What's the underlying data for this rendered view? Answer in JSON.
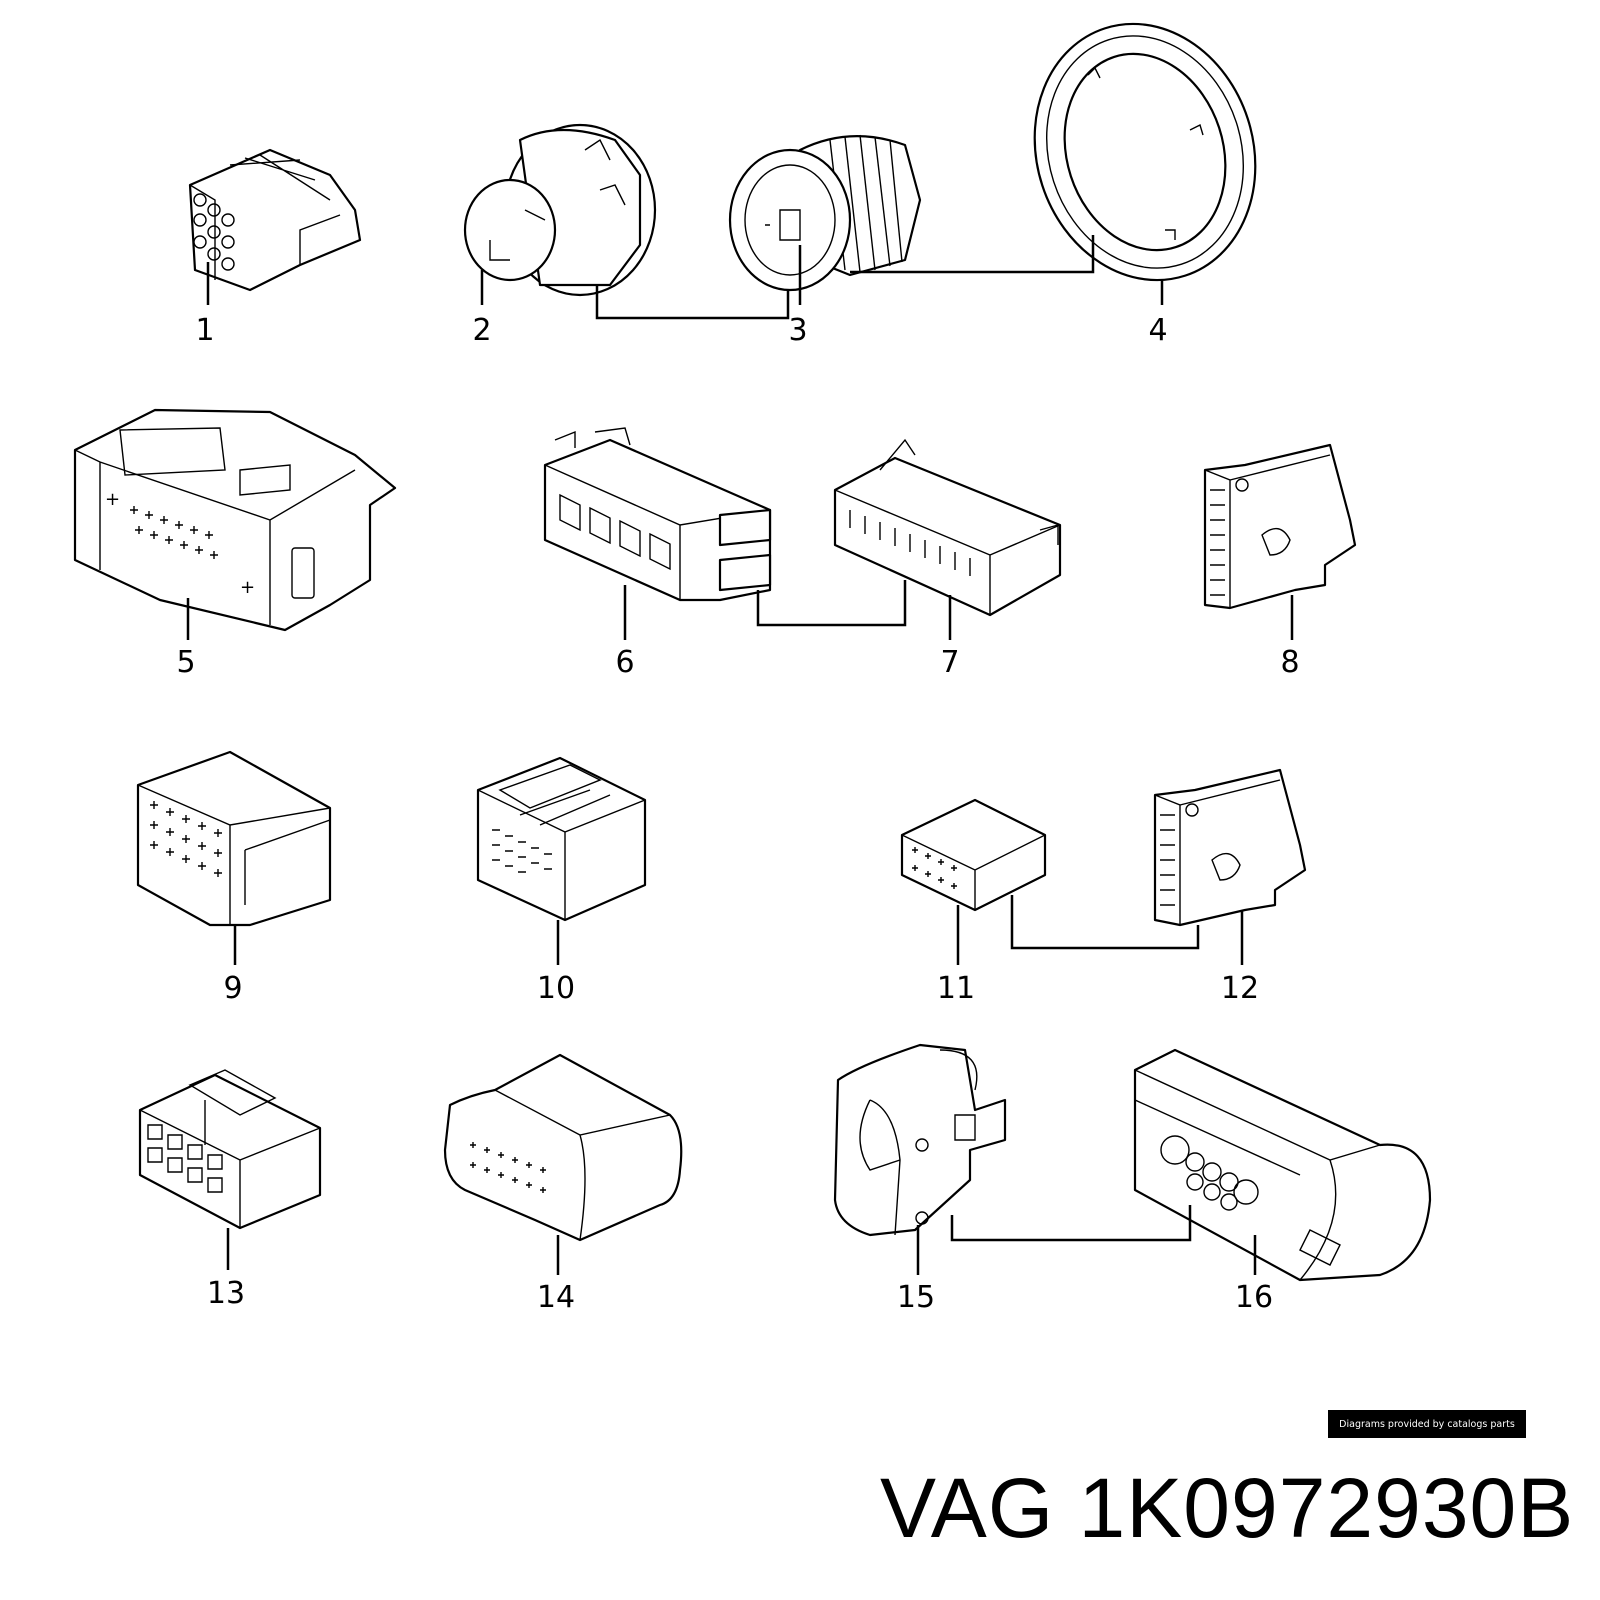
{
  "diagram": {
    "parts": [
      {
        "id": "1",
        "label": "1"
      },
      {
        "id": "2",
        "label": "2"
      },
      {
        "id": "3",
        "label": "3"
      },
      {
        "id": "4",
        "label": "4"
      },
      {
        "id": "5",
        "label": "5"
      },
      {
        "id": "6",
        "label": "6"
      },
      {
        "id": "7",
        "label": "7"
      },
      {
        "id": "8",
        "label": "8"
      },
      {
        "id": "9",
        "label": "9"
      },
      {
        "id": "10",
        "label": "10"
      },
      {
        "id": "11",
        "label": "11"
      },
      {
        "id": "12",
        "label": "12"
      },
      {
        "id": "13",
        "label": "13"
      },
      {
        "id": "14",
        "label": "14"
      },
      {
        "id": "15",
        "label": "15"
      },
      {
        "id": "16",
        "label": "16"
      }
    ]
  },
  "credit": "Diagrams provided by catalogs parts",
  "part_number": {
    "brand": "VAG",
    "code": "1K0972930B"
  }
}
